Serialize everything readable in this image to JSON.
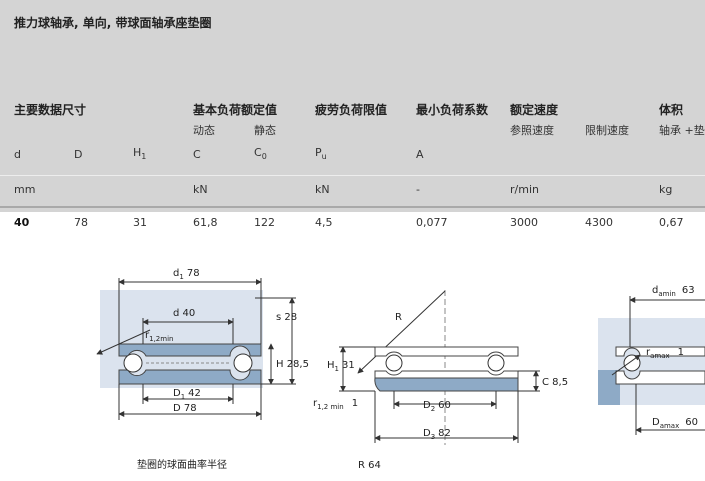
{
  "title": "推力球轴承, 单向, 带球面轴承座垫圈",
  "headers": {
    "main_dims": "主要数据尺寸",
    "basic_load": "基本负荷额定值",
    "dynamic": "动态",
    "static": "静态",
    "fatigue": "疲劳负荷限值",
    "min_load": "最小负荷系数",
    "speed": "额定速度",
    "ref_speed": "参照速度",
    "limit_speed": "限制速度",
    "volume": "体积",
    "bearing_plus": "轴承 +垫"
  },
  "symbols": {
    "d": "d",
    "D": "D",
    "H": "H",
    "H_sub": "1",
    "C": "C",
    "C0": "C",
    "C0_sub": "0",
    "P": "P",
    "P_sub": "u",
    "A": "A"
  },
  "units": {
    "mm": "mm",
    "kN1": "kN",
    "kN2": "kN",
    "dash": "-",
    "rmin": "r/min",
    "kg": "kg"
  },
  "row": {
    "d": "40",
    "D": "78",
    "H1": "31",
    "C": "61,8",
    "C0": "122",
    "Pu": "4,5",
    "A": "0,077",
    "ref": "3000",
    "lim": "4300",
    "mass": "0,67"
  },
  "drawing": {
    "d1": "d",
    "d1_sub": "1",
    "d1_val": "78",
    "d_lbl": "d 40",
    "r12": "r",
    "r12_sub": "1,2min",
    "s": "s 28",
    "H": "H 28,5",
    "D1": "D",
    "D1_sub": "1",
    "D1_val": "42",
    "D_lbl": "D 78",
    "R": "R",
    "H1": "H",
    "H1_sub": "1",
    "H1_val": "31",
    "r12b": "r",
    "r12b_sub": "1,2 min",
    "r12b_val": "1",
    "D2": "D",
    "D2_sub": "2",
    "D2_val": "60",
    "D3": "D",
    "D3_sub": "3",
    "D3_val": "82",
    "C": "C 8,5",
    "da": "d",
    "da_sub": "amin",
    "da_val": "63",
    "ra": "r",
    "ra_sub": "amax",
    "ra_val": "1",
    "Da": "D",
    "Da_sub": "amax",
    "Da_val": "60"
  },
  "footer": {
    "note": "垫圈的球面曲率半径",
    "r64": "R 64"
  }
}
